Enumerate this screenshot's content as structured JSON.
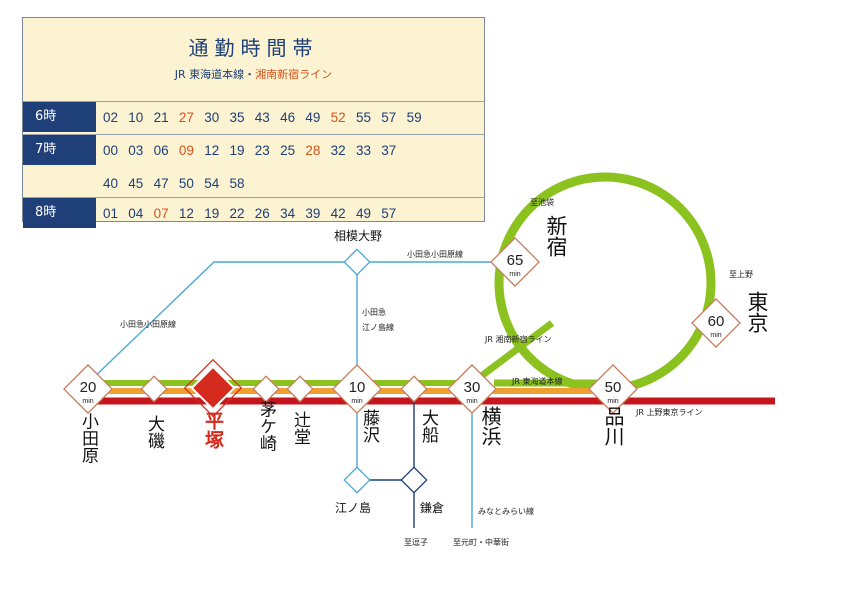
{
  "timetable": {
    "title": "通勤時間帯",
    "subtitle_a": "JR 東海道本線・",
    "subtitle_b": "湘南新宿ライン",
    "rows": [
      {
        "hour": "6時",
        "minutes": [
          "02",
          "10",
          "21",
          "27",
          "30",
          "35",
          "43",
          "46",
          "49",
          "52",
          "55",
          "57",
          "59"
        ],
        "highlight": [
          "27",
          "52"
        ]
      },
      {
        "hour": "7時",
        "minutes": [
          "00",
          "03",
          "06",
          "09",
          "12",
          "19",
          "23",
          "25",
          "28",
          "32",
          "33",
          "37"
        ],
        "highlight": [
          "09",
          "28"
        ]
      },
      {
        "hour": "",
        "minutes": [
          "40",
          "45",
          "47",
          "50",
          "54",
          "58"
        ],
        "highlight": []
      },
      {
        "hour": "8時",
        "minutes": [
          "01",
          "04",
          "07",
          "12",
          "19",
          "22",
          "26",
          "34",
          "39",
          "42",
          "49",
          "57"
        ],
        "highlight": [
          "07"
        ]
      }
    ]
  },
  "map": {
    "stations": {
      "odawara": "小田原",
      "oiso": "大磯",
      "hiratsuka": "平塚",
      "chigasaki": "茅ケ崎",
      "tsujido": "辻堂",
      "fujisawa": "藤沢",
      "ofuna": "大船",
      "yokohama": "横浜",
      "shinagawa": "品川",
      "tokyo": "東京",
      "shinjuku": "新宿",
      "sagami_ono": "相模大野",
      "enoshima": "江ノ島",
      "kamakura": "鎌倉"
    },
    "times": {
      "odawara": "20",
      "fujisawa": "10",
      "yokohama": "30",
      "shinagawa": "50",
      "tokyo": "60",
      "shinjuku": "65",
      "unit": "min"
    },
    "line_labels": {
      "odakyu_odawara_left": "小田急小田原線",
      "odakyu_odawara_top": "小田急小田原線",
      "odakyu_enoshima_1": "小田急",
      "odakyu_enoshima_2": "江ノ島線",
      "shonan_shinjuku": "JR 湘南新宿ライン",
      "tokaido": "JR 東海道本線",
      "ueno_tokyo": "JR 上野東京ライン",
      "minatomirai": "みなとみらい線",
      "to_ikebukuro": "至池袋",
      "to_ueno": "至上野",
      "to_zushi": "至逗子",
      "to_motomachi": "至元町・中華街"
    },
    "colors": {
      "yamanote": "#8cc21f",
      "tokaido_red": "#c4161c",
      "shonan_orange": "#f0a030",
      "odakyu_blue": "#4aa8d8",
      "hiratsuka_red": "#d52b1e",
      "navy": "#1e3f78"
    }
  }
}
